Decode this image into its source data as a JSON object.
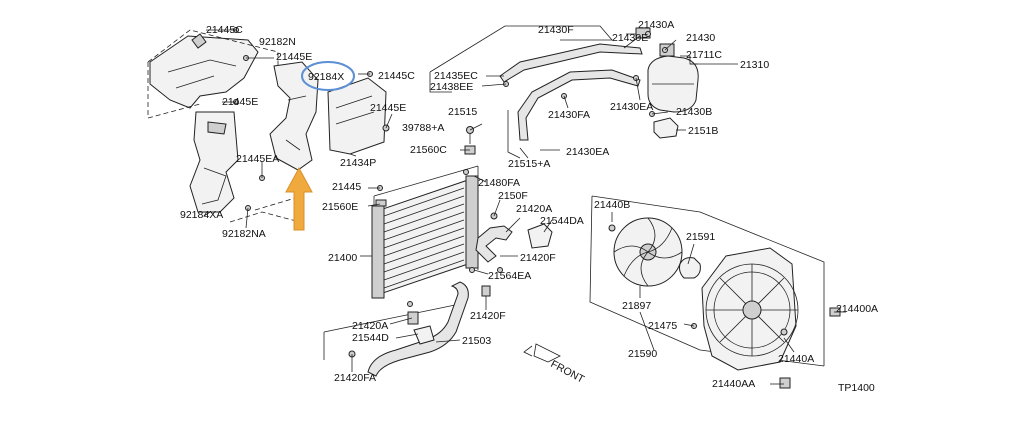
{
  "parts": {
    "p21445C_top": "21445C",
    "p92182N": "92182N",
    "p21445E_a": "21445E",
    "p92184X": "92184X",
    "p21445C_b": "21445C",
    "p21445E_b": "21445E",
    "p21445E_c": "21445E",
    "p21445EA": "21445EA",
    "p92184XA": "92184XA",
    "p92182NA": "92182NA",
    "p21434P": "21434P",
    "p21430F": "21430F",
    "p21430E": "21430E",
    "p21430A": "21430A",
    "p21430": "21430",
    "p21711C": "21711C",
    "p21310": "21310",
    "p21435EC": "21435EC",
    "p21438EE": "21438EE",
    "p21515": "21515",
    "p39788A": "39788+A",
    "p21560C": "21560C",
    "p21430FA": "21430FA",
    "p21430EA_a": "21430EA",
    "p21430B": "21430B",
    "p2151B": "2151B",
    "p21515A": "21515+A",
    "p21430EA_b": "21430EA",
    "p21445_d": "21445",
    "p21560E": "21560E",
    "p21480FA": "21480FA",
    "p2150F": "2150F",
    "p21420A_a": "21420A",
    "p21544DA": "21544DA",
    "p21400": "21400",
    "p21420F_a": "21420F",
    "p21564EA": "21564EA",
    "p21420F_b": "21420F",
    "p21420A_b": "21420A",
    "p21544D": "21544D",
    "p21503": "21503",
    "p21420FA": "21420FA",
    "p21440B": "21440B",
    "p21591": "21591",
    "p21897": "21897",
    "p21475": "21475",
    "p21590": "21590",
    "p214400A": "214400A",
    "p21440A": "21440A",
    "p21440AA": "21440AA",
    "front": "FRONT",
    "ref": "TP1400"
  },
  "colors": {
    "highlight_circle": "#5b8fd6",
    "arrow_fill": "#f0a93c",
    "arrow_stroke": "#d9912a"
  }
}
